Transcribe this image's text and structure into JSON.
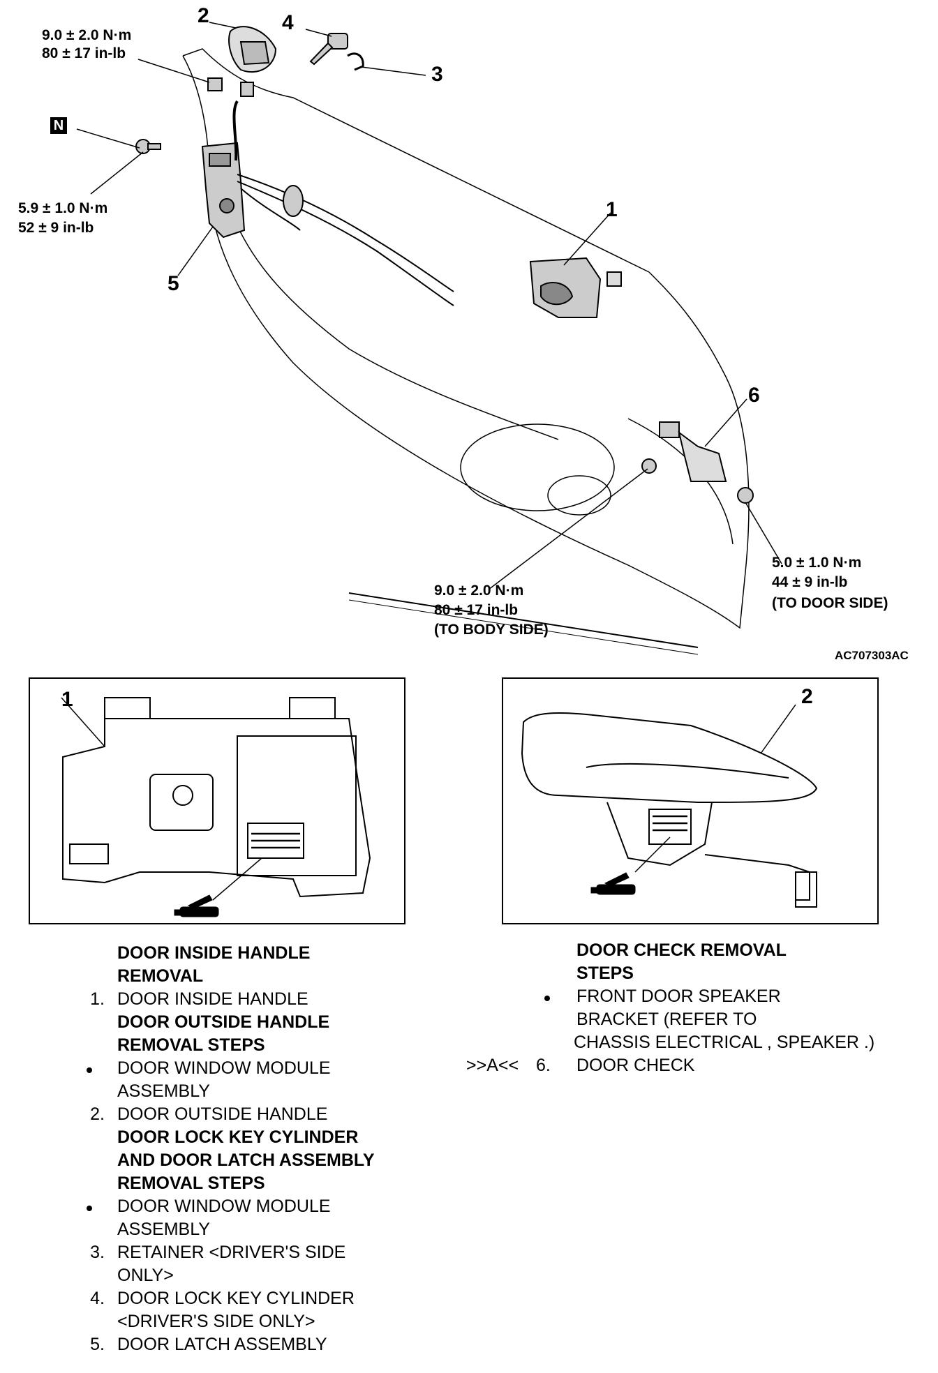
{
  "diagram": {
    "callouts": {
      "c1": "1",
      "c2": "2",
      "c3": "3",
      "c4": "4",
      "c5": "5",
      "c6": "6",
      "inset1": "1",
      "inset2": "2"
    },
    "torque": {
      "top_nm": "9.0 ± 2.0 N·m",
      "top_inlb": "80 ± 17 in-lb",
      "left_nm": "5.9 ± 1.0 N·m",
      "left_inlb": "52 ± 9 in-lb",
      "body_nm": "9.0 ± 2.0 N·m",
      "body_inlb": "80 ± 17 in-lb",
      "body_note": "(TO BODY SIDE)",
      "door_nm": "5.0 ± 1.0 N·m",
      "door_inlb": "44 ± 9 in-lb",
      "door_note": "(TO DOOR SIDE)"
    },
    "new_part_marker": "N",
    "figure_code": "AC707303AC"
  },
  "procedures": {
    "left": {
      "heading1a": "DOOR INSIDE HANDLE",
      "heading1b": "REMOVAL",
      "item1_num": "1.",
      "item1": "DOOR INSIDE HANDLE",
      "heading2a": "DOOR OUTSIDE HANDLE",
      "heading2b": "REMOVAL STEPS",
      "item_wm1a": "DOOR WINDOW MODULE",
      "item_wm1b": "ASSEMBLY",
      "item2_num": "2.",
      "item2": "DOOR OUTSIDE HANDLE",
      "heading3a": "DOOR LOCK KEY CYLINDER",
      "heading3b": "AND DOOR LATCH ASSEMBLY",
      "heading3c": "REMOVAL STEPS",
      "item_wm2a": "DOOR WINDOW MODULE",
      "item_wm2b": "ASSEMBLY",
      "item3_num": "3.",
      "item3a": "RETAINER <DRIVER'S SIDE",
      "item3b": "ONLY>",
      "item4_num": "4.",
      "item4a": "DOOR LOCK KEY CYLINDER",
      "item4b": "<DRIVER'S SIDE ONLY>",
      "item5_num": "5.",
      "item5": "DOOR LATCH ASSEMBLY"
    },
    "right": {
      "heading_a": "DOOR CHECK REMOVAL",
      "heading_b": "STEPS",
      "item_sp_a": "FRONT DOOR SPEAKER",
      "item_sp_b": "BRACKET (REFER TO",
      "item_sp_c": "CHASSIS ELECTRICAL , SPEAKER .)",
      "item6_prefix": ">>A<<",
      "item6_num": "6.",
      "item6": "DOOR CHECK"
    }
  }
}
